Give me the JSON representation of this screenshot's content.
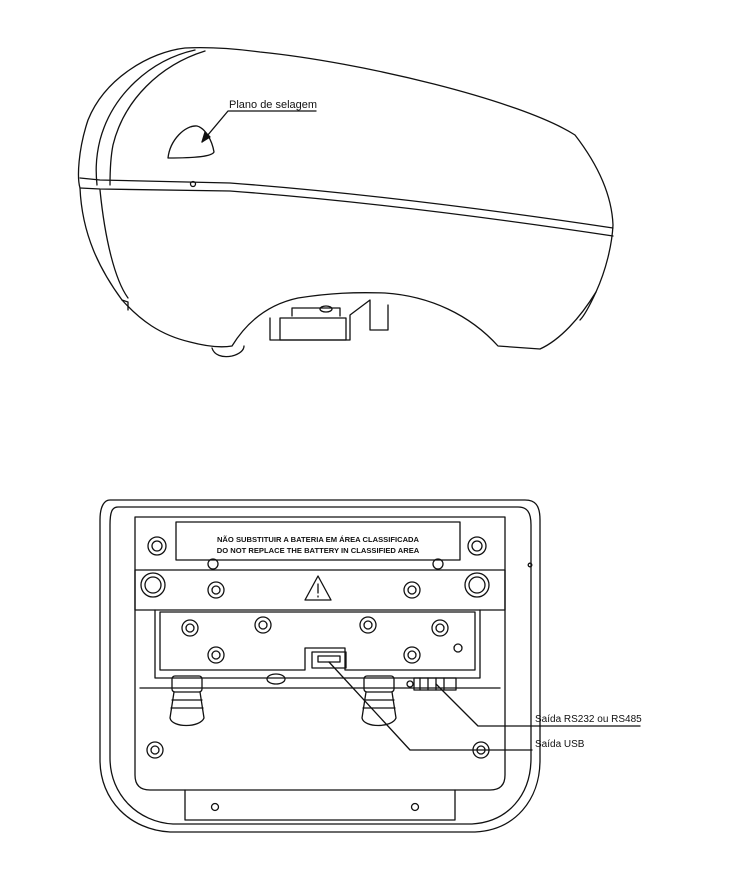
{
  "callouts": {
    "sealing_plane": "Plano de selagem",
    "serial_output": "Saída RS232 ou RS485",
    "usb_output": "Saída USB"
  },
  "warning_label": {
    "line1": "NÃO SUBSTITUIR A BATERIA EM ÁREA CLASSIFICADA",
    "line2": "DO NOT REPLACE THE BATTERY IN CLASSIFIED AREA"
  },
  "colors": {
    "line": "#111111",
    "background": "#ffffff"
  }
}
